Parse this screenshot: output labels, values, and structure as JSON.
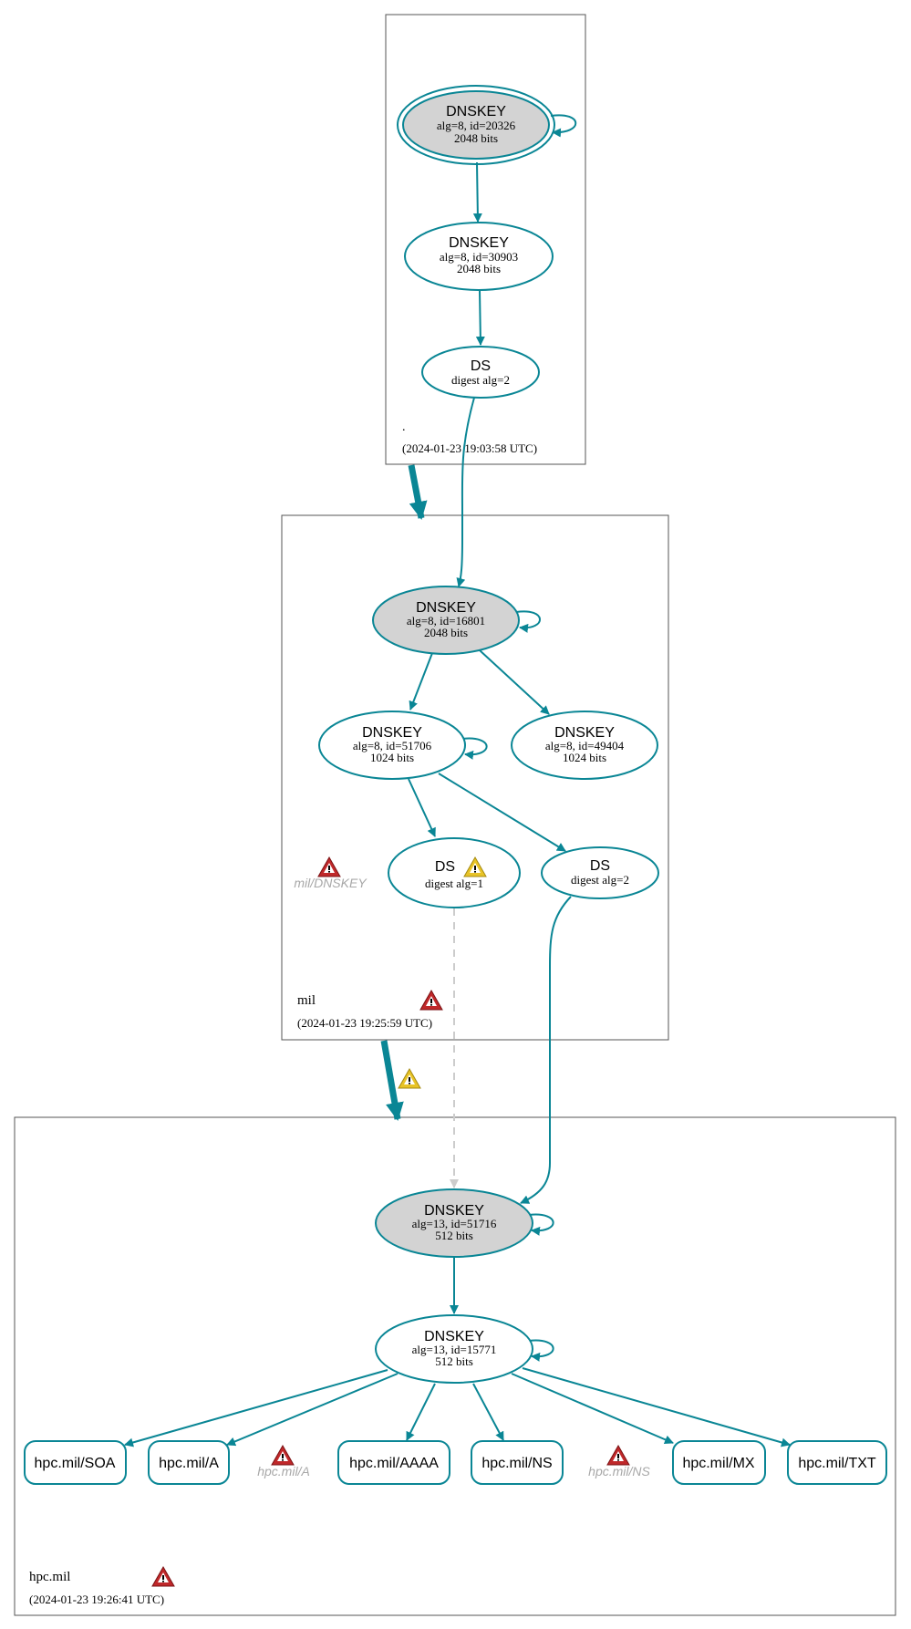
{
  "colors": {
    "edge": "#0a8695",
    "ksk_fill": "#d3d3d3",
    "node_fill": "#ffffff",
    "box_stroke": "#555555",
    "error": "#c0282a",
    "warning": "#e8c327",
    "dashed": "#cccccc",
    "ghost_text": "#a8a8a8"
  },
  "zones": {
    "root": {
      "name": ".",
      "timestamp": "(2024-01-23 19:03:58 UTC)"
    },
    "mil": {
      "name": "mil",
      "timestamp": "(2024-01-23 19:25:59 UTC)",
      "rrset_error": "mil/DNSKEY"
    },
    "hpc": {
      "name": "hpc.mil",
      "timestamp": "(2024-01-23 19:26:41 UTC)",
      "rrset_error_a": "hpc.mil/A",
      "rrset_error_ns": "hpc.mil/NS"
    }
  },
  "nodes": {
    "root_ksk": {
      "title": "DNSKEY",
      "line1": "alg=8, id=20326",
      "line2": "2048 bits"
    },
    "root_zsk": {
      "title": "DNSKEY",
      "line1": "alg=8, id=30903",
      "line2": "2048 bits"
    },
    "root_ds": {
      "title": "DS",
      "line1": "digest alg=2"
    },
    "mil_ksk": {
      "title": "DNSKEY",
      "line1": "alg=8, id=16801",
      "line2": "2048 bits"
    },
    "mil_zsk1": {
      "title": "DNSKEY",
      "line1": "alg=8, id=51706",
      "line2": "1024 bits"
    },
    "mil_zsk2": {
      "title": "DNSKEY",
      "line1": "alg=8, id=49404",
      "line2": "1024 bits"
    },
    "mil_ds1": {
      "title": "DS",
      "line1": "digest alg=1"
    },
    "mil_ds2": {
      "title": "DS",
      "line1": "digest alg=2"
    },
    "hpc_ksk": {
      "title": "DNSKEY",
      "line1": "alg=13, id=51716",
      "line2": "512 bits"
    },
    "hpc_zsk": {
      "title": "DNSKEY",
      "line1": "alg=13, id=15771",
      "line2": "512 bits"
    }
  },
  "rrsets": [
    "hpc.mil/SOA",
    "hpc.mil/A",
    "hpc.mil/AAAA",
    "hpc.mil/NS",
    "hpc.mil/MX",
    "hpc.mil/TXT"
  ]
}
